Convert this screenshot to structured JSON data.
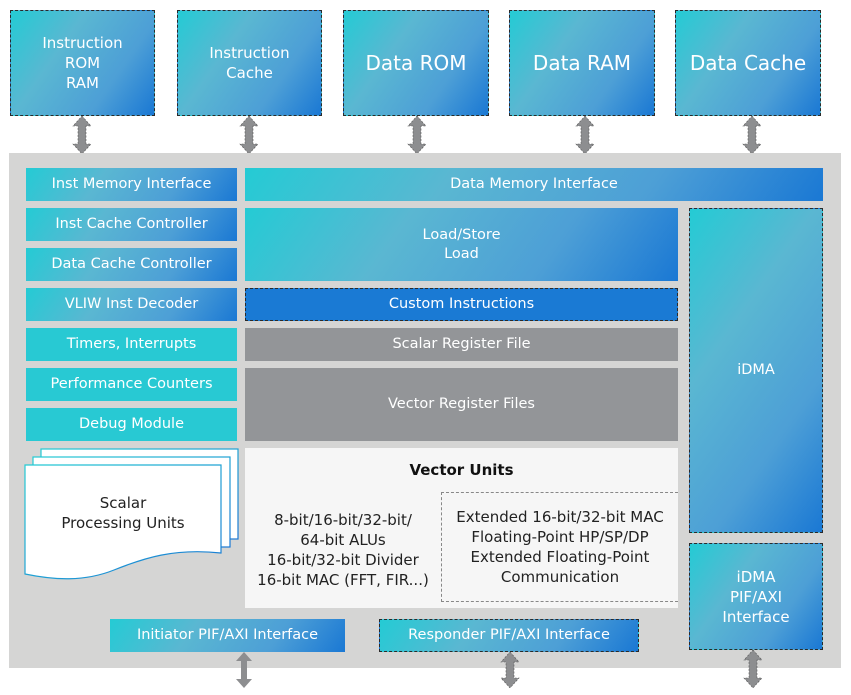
{
  "memories": [
    {
      "label": "Instruction\nROM\nRAM"
    },
    {
      "label": "Instruction\nCache"
    },
    {
      "label": "Data ROM"
    },
    {
      "label": "Data RAM"
    },
    {
      "label": "Data Cache"
    }
  ],
  "left_column": [
    {
      "label": "Inst Memory Interface"
    },
    {
      "label": "Inst Cache Controller"
    },
    {
      "label": "Data Cache Controller"
    },
    {
      "label": "VLIW Inst Decoder"
    },
    {
      "label": "Timers, Interrupts"
    },
    {
      "label": "Performance Counters"
    },
    {
      "label": "Debug Module"
    }
  ],
  "scalar_units": {
    "label": "Scalar\nProcessing Units"
  },
  "center": {
    "data_memory_interface": "Data Memory Interface",
    "load_store": "Load/Store\nLoad",
    "custom_instructions": "Custom Instructions",
    "scalar_register_file": "Scalar Register File",
    "vector_register_files": "Vector Register Files"
  },
  "vector_units": {
    "title": "Vector Units",
    "left_text": "8-bit/16-bit/32-bit/\n64-bit ALUs\n16-bit/32-bit Divider\n16-bit MAC (FFT, FIR...)",
    "right_text": "Extended 16-bit/32-bit MAC\nFloating-Point HP/SP/DP\nExtended Floating-Point\nCommunication"
  },
  "idma": {
    "label": "iDMA",
    "interface_label": "iDMA\nPIF/AXI\nInterface"
  },
  "bottom": {
    "initiator": "Initiator PIF/AXI Interface",
    "responder": "Responder PIF/AXI Interface"
  },
  "colors": {
    "gradient_start": "#24cbd4",
    "gradient_end": "#1a78d4",
    "teal": "#28c9d3",
    "custom_blue": "#1a7ad4",
    "register_gray": "#939598",
    "panel_gray": "#d5d5d4"
  }
}
